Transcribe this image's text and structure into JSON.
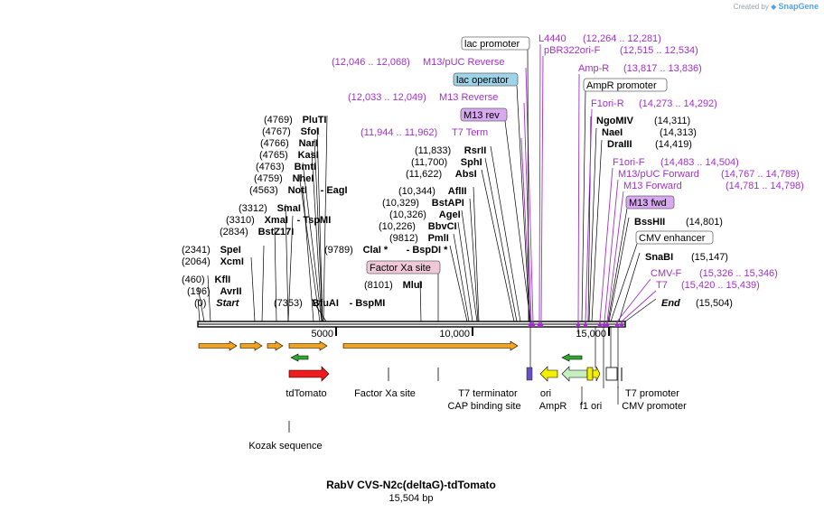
{
  "brand": {
    "prefix": "Created by",
    "name": "SnapGene"
  },
  "map": {
    "title": "RabV CVS-N2c(deltaG)-tdTomato",
    "length_label": "15,504 bp",
    "length_bp": 15504,
    "ruler_ticks": [
      "5000",
      "10,000",
      "15,000"
    ],
    "colors": {
      "enzyme": "#000000",
      "primer": "#a030c8",
      "feature_line": "#000000",
      "label_box_lac_operator": "#9fd3e8",
      "label_box_factor_xa": "#f0c8d8",
      "label_box_m13": "#d8a8f0",
      "arrow_orange": "#f3a21b",
      "arrow_red": "#ee1c1c",
      "arrow_yellow": "#f5f000",
      "arrow_green_light": "#c6efc0",
      "arrow_green": "#2ea82e",
      "ori_blue": "#6b4fbf"
    },
    "left_sites": [
      {
        "pos": "(0)",
        "name": "Start",
        "italic": true
      },
      {
        "pos": "(196)",
        "name": "AvrII"
      },
      {
        "pos": "(460)",
        "name": "KflI"
      },
      {
        "pos": "(2064)",
        "name": "XcmI"
      },
      {
        "pos": "(2341)",
        "name": "SpeI"
      },
      {
        "pos": "(2834)",
        "name": "BstZ17I"
      },
      {
        "pos": "(3310)",
        "name": "XmaI",
        "alt": "TspMI"
      },
      {
        "pos": "(3312)",
        "name": "SmaI"
      },
      {
        "pos": "(4563)",
        "name": "NotI",
        "alt": "EagI"
      },
      {
        "pos": "(4759)",
        "name": "NheI"
      },
      {
        "pos": "(4763)",
        "name": "BmtI"
      },
      {
        "pos": "(4765)",
        "name": "KasI"
      },
      {
        "pos": "(4766)",
        "name": "NarI"
      },
      {
        "pos": "(4767)",
        "name": "SfoI"
      },
      {
        "pos": "(4769)",
        "name": "PluTI"
      }
    ],
    "mid_sites": [
      {
        "pos": "(7353)",
        "name": "BfuAI",
        "alt": "BspMI"
      },
      {
        "pos": "(8101)",
        "name": "MluI"
      },
      {
        "pos": "(9789)",
        "name": "ClaI *",
        "alt": "BspDI *"
      },
      {
        "pos": "(9812)",
        "name": "PmlI"
      },
      {
        "pos": "(10,226)",
        "name": "BbvCI"
      },
      {
        "pos": "(10,326)",
        "name": "AgeI"
      },
      {
        "pos": "(10,329)",
        "name": "BstAPI"
      },
      {
        "pos": "(10,344)",
        "name": "AflII"
      },
      {
        "pos": "(11,622)",
        "name": "AbsI"
      },
      {
        "pos": "(11,700)",
        "name": "SphI"
      },
      {
        "pos": "(11,833)",
        "name": "RsrII"
      }
    ],
    "right_sites": [
      {
        "pos": "(14,311)",
        "name": "NgoMIV"
      },
      {
        "pos": "(14,313)",
        "name": "NaeI"
      },
      {
        "pos": "(14,419)",
        "name": "DraIII"
      },
      {
        "pos": "(14,801)",
        "name": "BssHII"
      },
      {
        "pos": "(15,147)",
        "name": "SnaBI"
      },
      {
        "pos": "(15,504)",
        "name": "End",
        "italic": true
      }
    ],
    "primers": [
      {
        "name": "L4440",
        "range": "(12,264 .. 12,281)"
      },
      {
        "name": "pBR322ori-F",
        "range": "(12,515 .. 12,534)"
      },
      {
        "name": "M13/pUC Reverse",
        "range": "(12,046 .. 12,068)"
      },
      {
        "name": "Amp-R",
        "range": "(13,817 .. 13,836)"
      },
      {
        "name": "M13 Reverse",
        "range": "(12,033 .. 12,049)"
      },
      {
        "name": "F1ori-R",
        "range": "(14,273 .. 14,292)"
      },
      {
        "name": "T7 Term",
        "range": "(11,944 .. 11,962)"
      },
      {
        "name": "F1ori-F",
        "range": "(14,483 .. 14,504)"
      },
      {
        "name": "M13/pUC Forward",
        "range": "(14,767 .. 14,789)"
      },
      {
        "name": "M13 Forward",
        "range": "(14,781 .. 14,798)"
      },
      {
        "name": "CMV-F",
        "range": "(15,326 .. 15,346)"
      },
      {
        "name": "T7",
        "range": "(15,420 .. 15,439)"
      }
    ],
    "boxed_labels": [
      {
        "name": "lac promoter",
        "style": "plain"
      },
      {
        "name": "lac operator",
        "style": "blue"
      },
      {
        "name": "M13 rev",
        "style": "purple"
      },
      {
        "name": "AmpR promoter",
        "style": "plain"
      },
      {
        "name": "Factor Xa site",
        "style": "pink"
      },
      {
        "name": "M13 fwd",
        "style": "purple"
      },
      {
        "name": "CMV enhancer",
        "style": "plain"
      }
    ],
    "bottom_features": [
      "tdTomato",
      "Factor Xa site",
      "T7 terminator",
      "CAP binding site",
      "ori",
      "AmpR",
      "f1 ori",
      "T7 promoter",
      "CMV promoter",
      "Kozak sequence"
    ]
  }
}
